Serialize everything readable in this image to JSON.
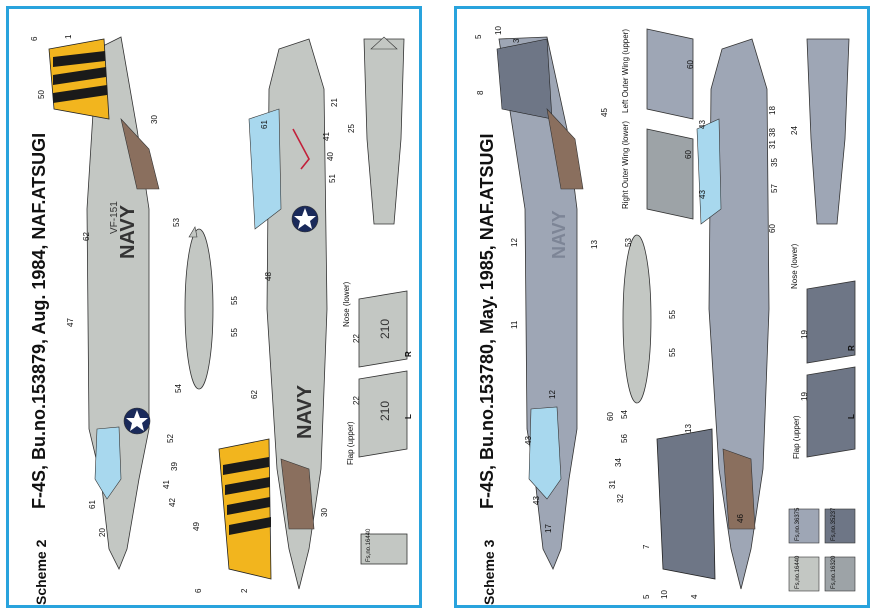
{
  "left": {
    "title": "F-4S, Bu.no.153879, Aug. 1984, NAF.ATSUGI",
    "scheme": "Scheme 2",
    "fs_label": "Fs,no.16440",
    "colors": {
      "light_gray": "#c3c7c3",
      "tail_yellow": "#f2b51e",
      "tail_black": "#1a1a1a",
      "canopy": "#a8d8ee",
      "exhaust": "#8a6f5e"
    },
    "nose_label": "Nose\n(lower)",
    "flap_label": "Flap (upper)",
    "flap_r": "R",
    "flap_l": "L",
    "callouts": [
      "1",
      "6",
      "50",
      "30",
      "62",
      "47",
      "53",
      "55",
      "55",
      "54",
      "52",
      "39",
      "41",
      "42",
      "61",
      "20",
      "49",
      "6",
      "2",
      "21",
      "41",
      "40",
      "51",
      "61",
      "25",
      "48",
      "22",
      "22",
      "62",
      "30"
    ]
  },
  "right": {
    "title": "F-4S, Bu.no.153780, May. 1985, NAF.ATSUGI",
    "scheme": "Scheme 3",
    "fs_labels": [
      "Fs,no.36375",
      "Fs,no.35237",
      "Fs,no.16440",
      "Fs,no.16320"
    ],
    "colors": {
      "light_blue_gray": "#9ea6b5",
      "dark_blue_gray": "#6e7686",
      "light_gray": "#c3c7c3",
      "gull_gray": "#9da3a7",
      "canopy": "#a8d8ee"
    },
    "left_outer_wing": "Left Outer Wing\n(upper)",
    "right_outer_wing": "Right Outer Wing\n(lower)",
    "nose_label": "Nose\n(lower)",
    "flap_label": "Flap (upper)",
    "flap_r": "R",
    "flap_l": "L",
    "callouts": [
      "5",
      "10",
      "3",
      "8",
      "45",
      "12",
      "13",
      "11",
      "12",
      "53",
      "55",
      "55",
      "54",
      "60",
      "43",
      "43",
      "17",
      "56",
      "34",
      "31",
      "32",
      "13",
      "46",
      "7",
      "5",
      "10",
      "4",
      "60",
      "60",
      "43",
      "18",
      "38",
      "31",
      "35",
      "57",
      "43",
      "60",
      "24",
      "19",
      "19"
    ]
  }
}
